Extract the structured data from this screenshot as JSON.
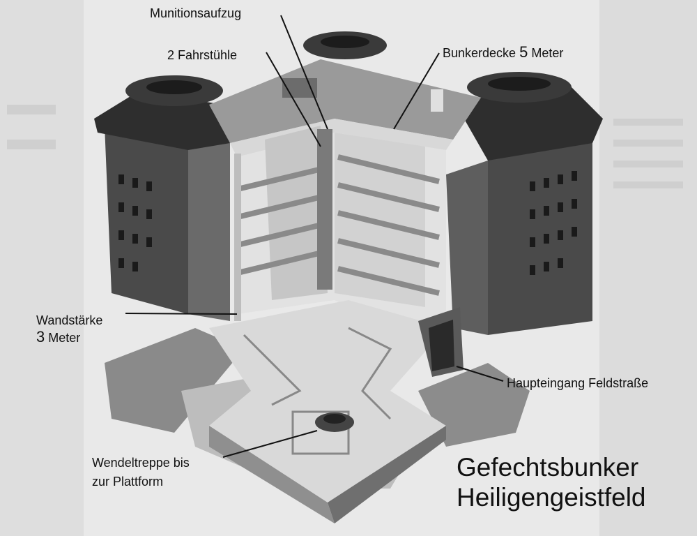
{
  "title": {
    "line1": "Gefechtsbunker",
    "line2": "Heiligengeistfeld"
  },
  "labels": {
    "munitionsaufzug": "Munitionsaufzug",
    "fahrstuehle": "2 Fahrstühle",
    "bunkerdecke": "Bunkerdecke",
    "bunkerdecke_num": "5",
    "bunkerdecke_unit": "Meter",
    "wandstaerke": "Wandstärke",
    "wandstaerke_num": "3",
    "wandstaerke_unit": "Meter",
    "haupteingang": "Haupteingang Feldstraße",
    "wendeltreppe_1": "Wendeltreppe bis",
    "wendeltreppe_2": "zur Plattform"
  },
  "colors": {
    "paper": "#e9e9e9",
    "wall_light": "#d4d4d4",
    "wall_mid": "#9a9a9a",
    "wall_dark": "#3c3c3c",
    "ink": "#111111"
  }
}
